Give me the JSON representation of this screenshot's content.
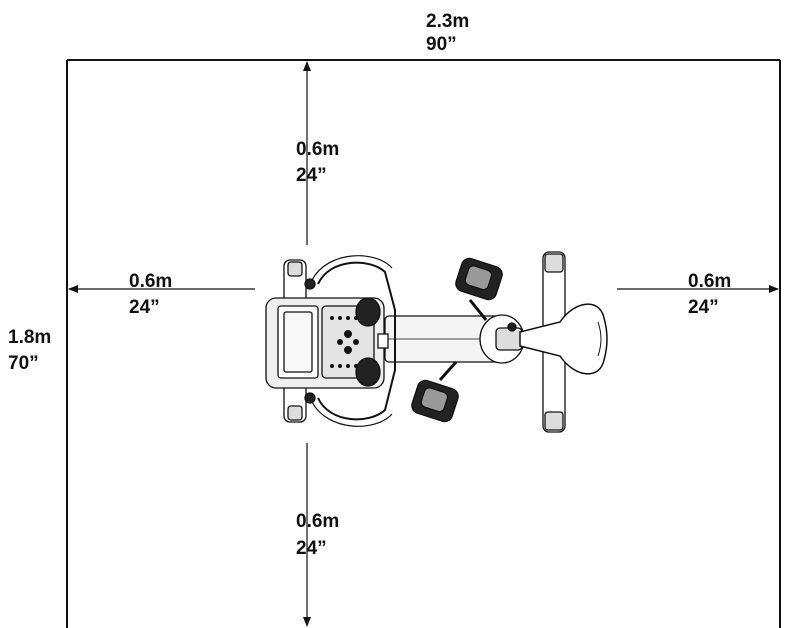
{
  "dimensions": {
    "overall_width": {
      "metric": "2.3m",
      "imperial": "90”"
    },
    "overall_depth": {
      "metric": "1.8m",
      "imperial": "70”"
    },
    "clearance_front": {
      "metric": "0.6m",
      "imperial": "24”"
    },
    "clearance_back": {
      "metric": "0.6m",
      "imperial": "24”"
    },
    "clearance_left": {
      "metric": "0.6m",
      "imperial": "24”"
    },
    "clearance_right": {
      "metric": "0.6m",
      "imperial": "24”"
    }
  },
  "colors": {
    "line": "#111111",
    "equipment_fill": "#eeeeee",
    "background": "#ffffff"
  }
}
